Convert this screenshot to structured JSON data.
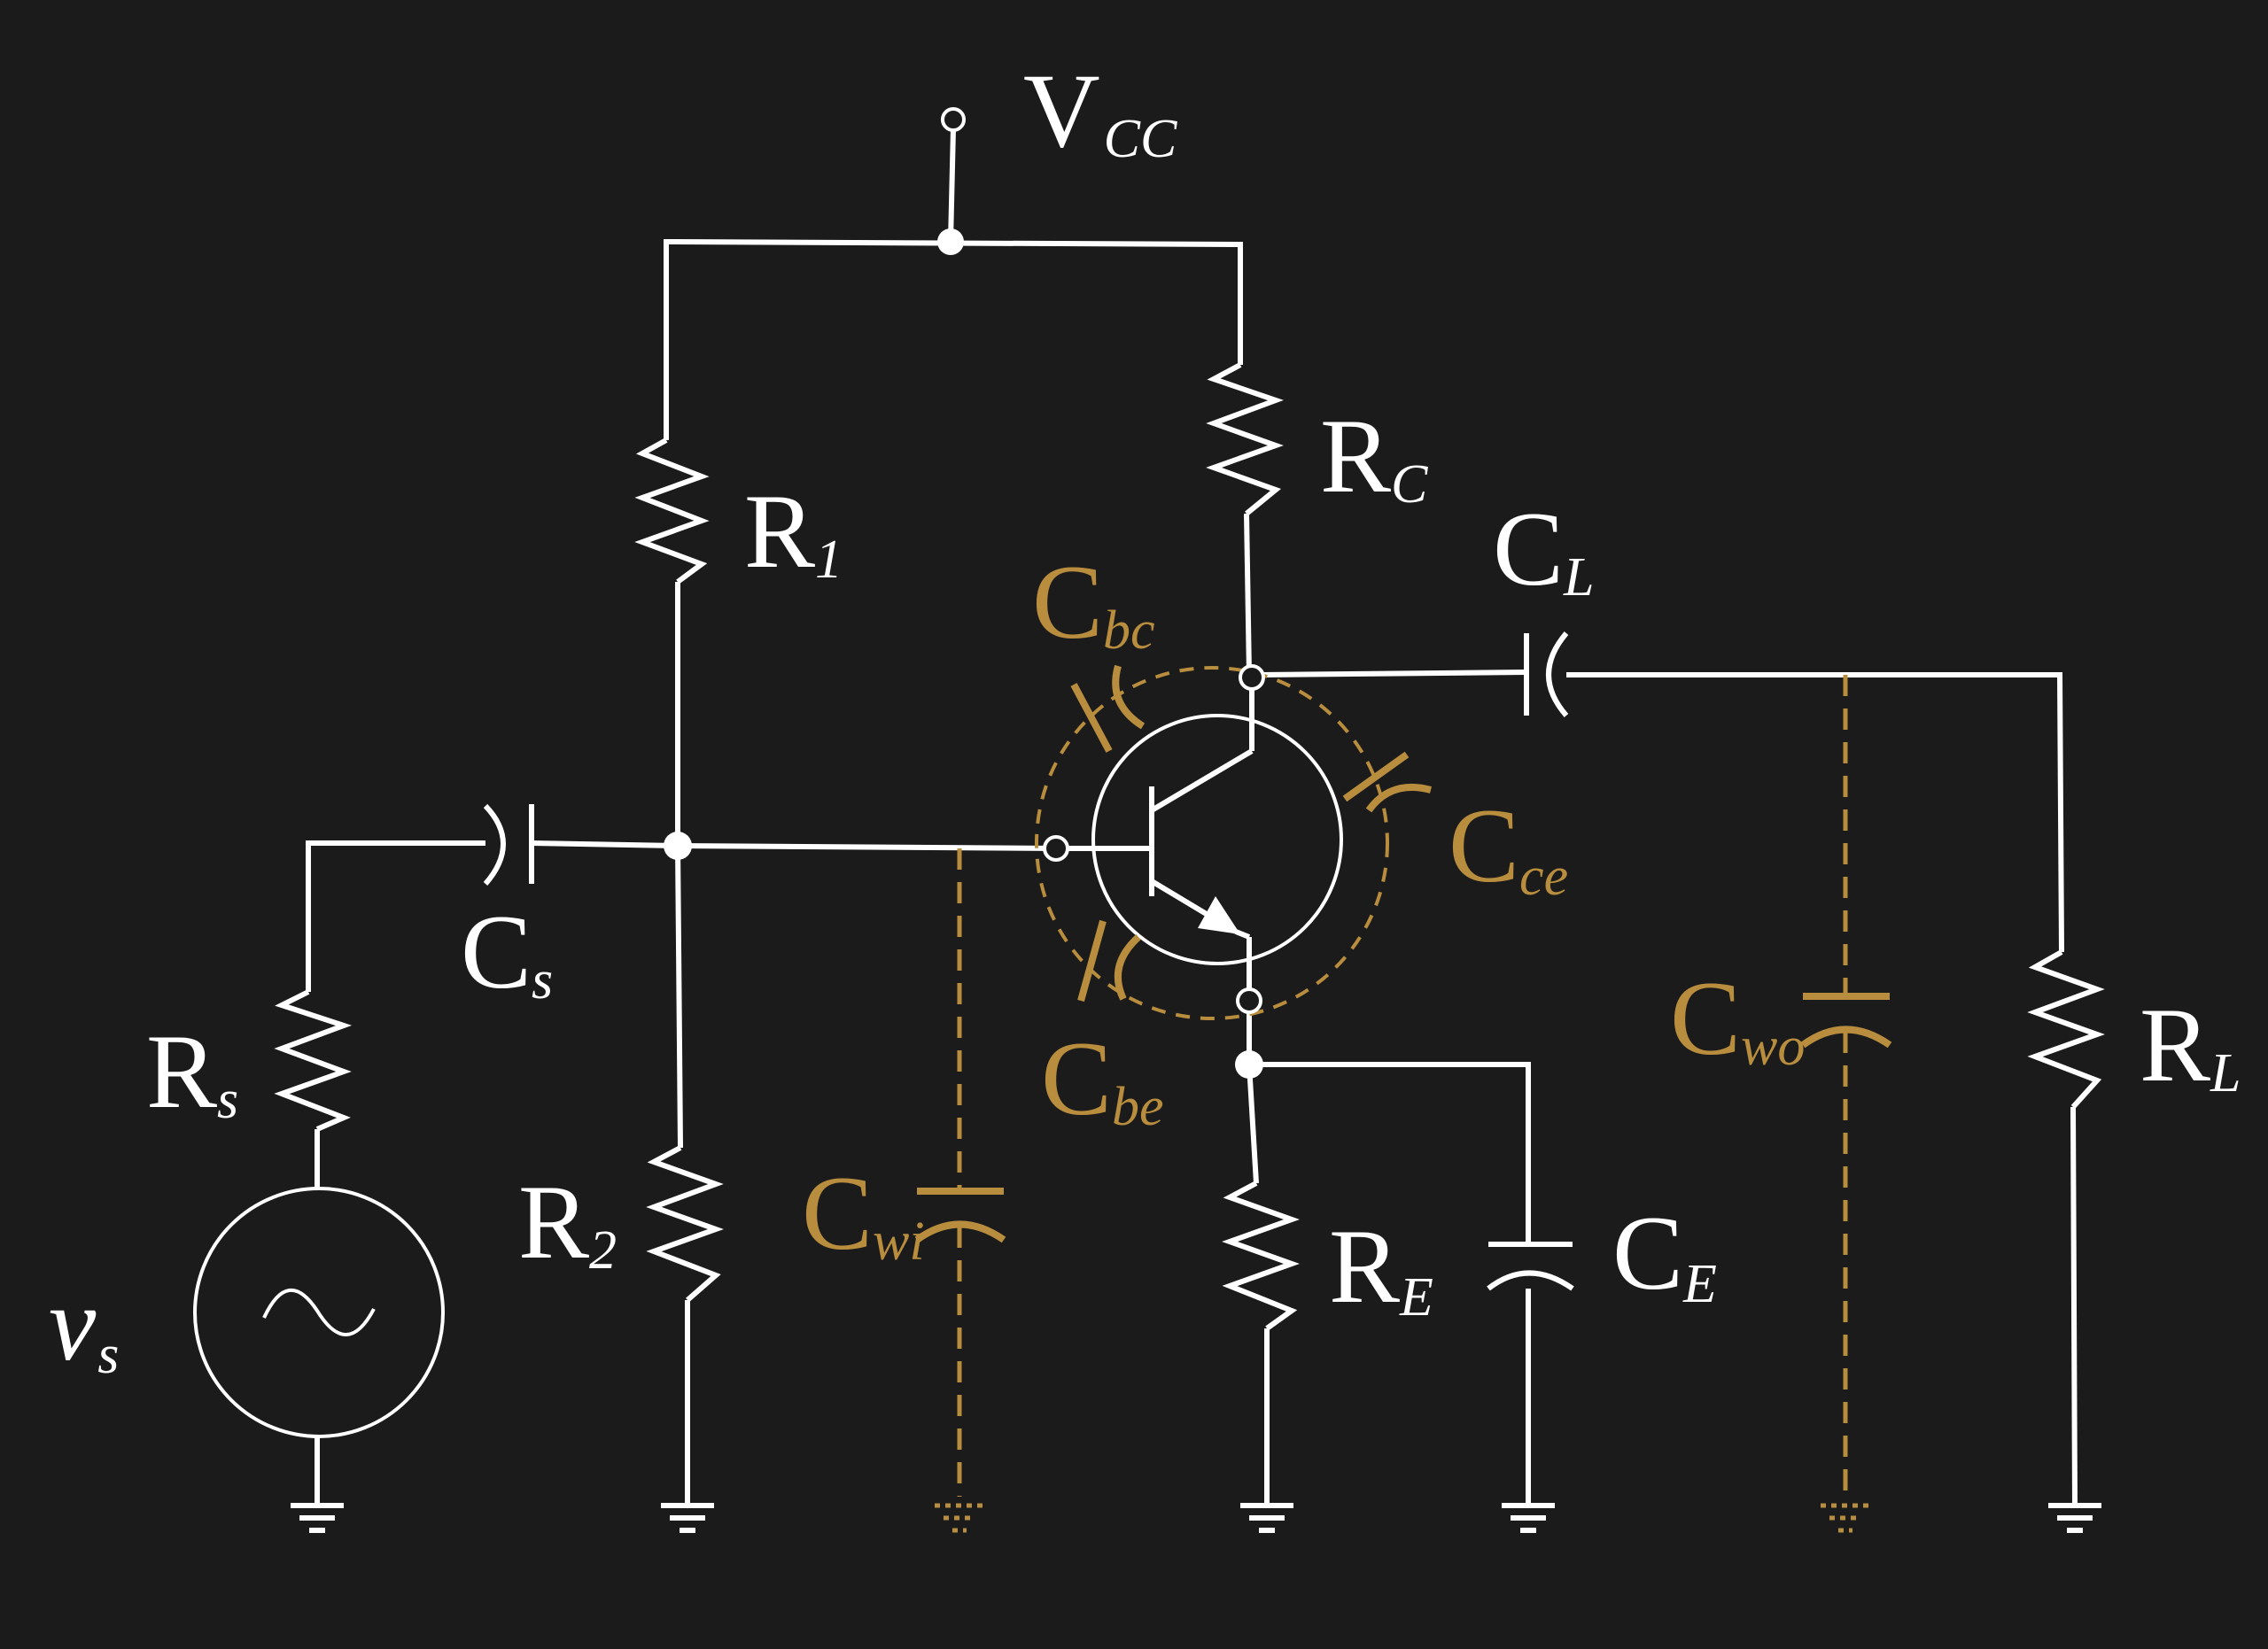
{
  "colors": {
    "background": "#1b1b1b",
    "wire": "#ffffff",
    "parasitic": "#b88d3e"
  },
  "labels": {
    "vcc": {
      "main": "V",
      "sub": "CC"
    },
    "r1": {
      "main": "R",
      "sub": "1"
    },
    "rc": {
      "main": "R",
      "sub": "C"
    },
    "cl": {
      "main": "C",
      "sub": "L"
    },
    "cbc": {
      "main": "C",
      "sub": "bc"
    },
    "cce": {
      "main": "C",
      "sub": "ce"
    },
    "cbe": {
      "main": "C",
      "sub": "be"
    },
    "cs": {
      "main": "C",
      "sub": "s"
    },
    "rs": {
      "main": "R",
      "sub": "s"
    },
    "r2": {
      "main": "R",
      "sub": "2"
    },
    "cwi": {
      "main": "C",
      "sub": "wi"
    },
    "re": {
      "main": "R",
      "sub": "E"
    },
    "ce": {
      "main": "C",
      "sub": "E"
    },
    "cwo": {
      "main": "C",
      "sub": "wo"
    },
    "rl": {
      "main": "R",
      "sub": "L"
    },
    "vs": {
      "main": "v",
      "sub": "s"
    }
  }
}
